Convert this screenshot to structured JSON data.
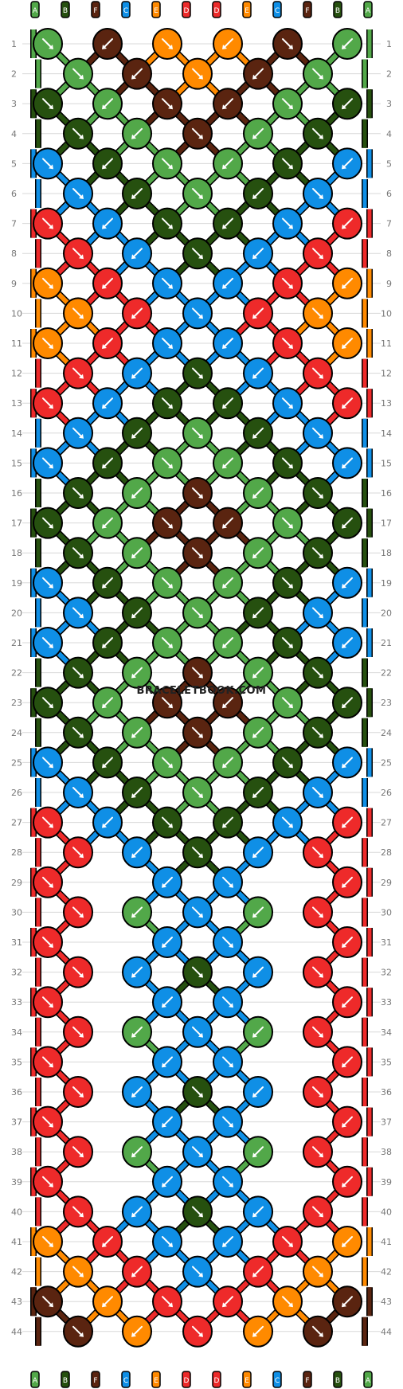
{
  "watermark": "BRACELETBOOK.COM",
  "rows": 44,
  "strand_labels_top": [
    "A",
    "B",
    "F",
    "C",
    "E",
    "D",
    "D",
    "E",
    "C",
    "F",
    "B",
    "A"
  ],
  "strand_labels_bottom": [
    "A",
    "B",
    "F",
    "C",
    "E",
    "D",
    "D",
    "E",
    "C",
    "F",
    "B",
    "A"
  ],
  "colors": {
    "A": "#52a849",
    "B": "#26500f",
    "F": "#5a2410",
    "C": "#0f8fe6",
    "E": "#ff8a00",
    "D": "#ee2a2a"
  },
  "knot_rows": [
    {
      "row": 1,
      "knots": [
        "A",
        "F",
        "E",
        "E",
        "F",
        "A"
      ]
    },
    {
      "row": 2,
      "knots": [
        "A",
        "F",
        "E",
        "F",
        "A"
      ]
    },
    {
      "row": 3,
      "knots": [
        "B",
        "A",
        "F",
        "F",
        "A",
        "B"
      ]
    },
    {
      "row": 4,
      "knots": [
        "B",
        "A",
        "F",
        "A",
        "B"
      ]
    },
    {
      "row": 5,
      "knots": [
        "C",
        "B",
        "A",
        "A",
        "B",
        "C"
      ]
    },
    {
      "row": 6,
      "knots": [
        "C",
        "B",
        "A",
        "B",
        "C"
      ]
    },
    {
      "row": 7,
      "knots": [
        "D",
        "C",
        "B",
        "B",
        "C",
        "D"
      ]
    },
    {
      "row": 8,
      "knots": [
        "D",
        "C",
        "B",
        "C",
        "D"
      ]
    },
    {
      "row": 9,
      "knots": [
        "E",
        "D",
        "C",
        "C",
        "D",
        "E"
      ]
    },
    {
      "row": 10,
      "knots": [
        "E",
        "D",
        "C",
        "D",
        "E"
      ]
    },
    {
      "row": 11,
      "knots": [
        "E",
        "D",
        "C",
        "C",
        "D",
        "E"
      ]
    },
    {
      "row": 12,
      "knots": [
        "D",
        "C",
        "B",
        "C",
        "D"
      ]
    },
    {
      "row": 13,
      "knots": [
        "D",
        "C",
        "B",
        "B",
        "C",
        "D"
      ]
    },
    {
      "row": 14,
      "knots": [
        "C",
        "B",
        "A",
        "B",
        "C"
      ]
    },
    {
      "row": 15,
      "knots": [
        "C",
        "B",
        "A",
        "A",
        "B",
        "C"
      ]
    },
    {
      "row": 16,
      "knots": [
        "B",
        "A",
        "F",
        "A",
        "B"
      ]
    },
    {
      "row": 17,
      "knots": [
        "B",
        "A",
        "F",
        "F",
        "A",
        "B"
      ]
    },
    {
      "row": 18,
      "knots": [
        "B",
        "A",
        "F",
        "A",
        "B"
      ]
    },
    {
      "row": 19,
      "knots": [
        "C",
        "B",
        "A",
        "A",
        "B",
        "C"
      ]
    },
    {
      "row": 20,
      "knots": [
        "C",
        "B",
        "A",
        "B",
        "C"
      ]
    },
    {
      "row": 21,
      "knots": [
        "C",
        "B",
        "A",
        "A",
        "B",
        "C"
      ]
    },
    {
      "row": 22,
      "knots": [
        "B",
        "A",
        "F",
        "A",
        "B"
      ]
    },
    {
      "row": 23,
      "knots": [
        "B",
        "A",
        "F",
        "F",
        "A",
        "B"
      ]
    },
    {
      "row": 24,
      "knots": [
        "B",
        "A",
        "F",
        "A",
        "B"
      ]
    },
    {
      "row": 25,
      "knots": [
        "C",
        "B",
        "A",
        "A",
        "B",
        "C"
      ]
    },
    {
      "row": 26,
      "knots": [
        "C",
        "B",
        "A",
        "B",
        "C"
      ]
    },
    {
      "row": 27,
      "knots": [
        "D",
        "C",
        "B",
        "B",
        "C",
        "D"
      ]
    },
    {
      "row": 28,
      "knots": [
        "D",
        "C",
        "B",
        "C",
        "D"
      ]
    },
    {
      "row": 29,
      "knots": [
        "D",
        "C",
        "C",
        "D"
      ]
    },
    {
      "row": 30,
      "knots": [
        "D",
        "A",
        "C",
        "A",
        "D"
      ]
    },
    {
      "row": 31,
      "knots": [
        "D",
        "C",
        "C",
        "D"
      ]
    },
    {
      "row": 32,
      "knots": [
        "D",
        "C",
        "B",
        "C",
        "D"
      ]
    },
    {
      "row": 33,
      "knots": [
        "D",
        "C",
        "C",
        "D"
      ]
    },
    {
      "row": 34,
      "knots": [
        "D",
        "A",
        "C",
        "A",
        "D"
      ]
    },
    {
      "row": 35,
      "knots": [
        "D",
        "C",
        "C",
        "D"
      ]
    },
    {
      "row": 36,
      "knots": [
        "D",
        "C",
        "B",
        "C",
        "D"
      ]
    },
    {
      "row": 37,
      "knots": [
        "D",
        "C",
        "C",
        "D"
      ]
    },
    {
      "row": 38,
      "knots": [
        "D",
        "A",
        "C",
        "A",
        "D"
      ]
    },
    {
      "row": 39,
      "knots": [
        "D",
        "C",
        "C",
        "D"
      ]
    },
    {
      "row": 40,
      "knots": [
        "D",
        "C",
        "B",
        "C",
        "D"
      ]
    },
    {
      "row": 41,
      "knots": [
        "E",
        "D",
        "C",
        "C",
        "D",
        "E"
      ]
    },
    {
      "row": 42,
      "knots": [
        "E",
        "D",
        "C",
        "D",
        "E"
      ]
    },
    {
      "row": 43,
      "knots": [
        "F",
        "E",
        "D",
        "D",
        "E",
        "F"
      ]
    },
    {
      "row": 44,
      "knots": [
        "F",
        "E",
        "D",
        "E",
        "F"
      ]
    }
  ]
}
